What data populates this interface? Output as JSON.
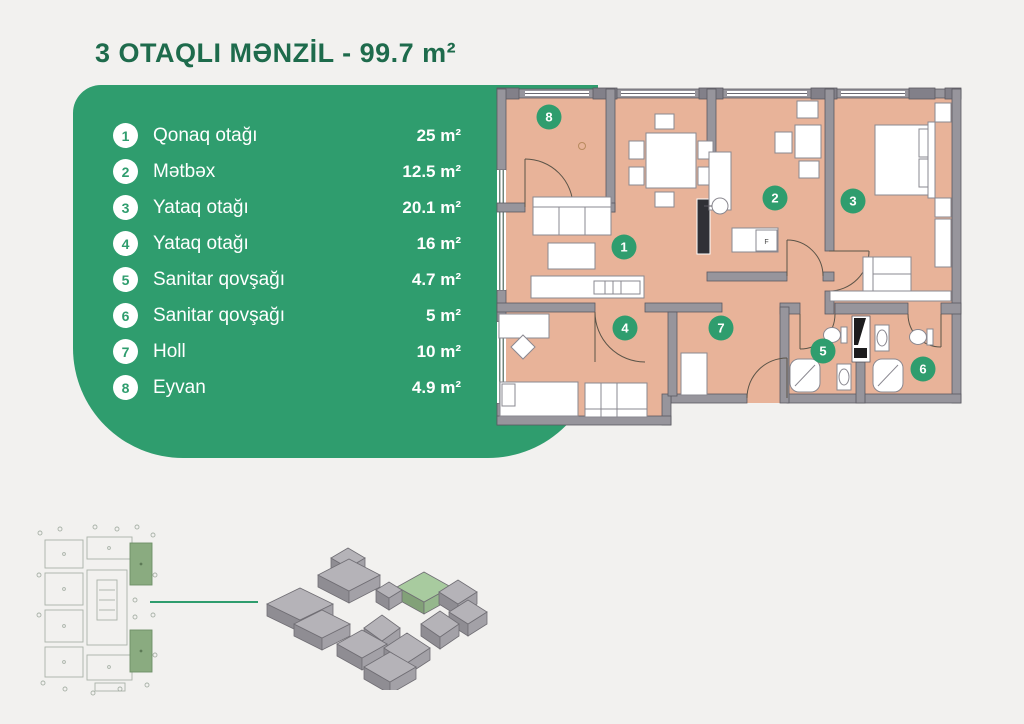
{
  "title": "3 OTAQLI MƏNZİL - 99.7 m²",
  "legend": {
    "rooms": [
      {
        "num": "1",
        "label": "Qonaq otağı",
        "area": "25 m²"
      },
      {
        "num": "2",
        "label": "Mətbəx",
        "area": "12.5 m²"
      },
      {
        "num": "3",
        "label": "Yataq otağı",
        "area": "20.1 m²"
      },
      {
        "num": "4",
        "label": "Yataq otağı",
        "area": "16 m²"
      },
      {
        "num": "5",
        "label": "Sanitar qovşağı",
        "area": "4.7 m²"
      },
      {
        "num": "6",
        "label": "Sanitar qovşağı",
        "area": "5 m²"
      },
      {
        "num": "7",
        "label": "Holl",
        "area": "10 m²"
      },
      {
        "num": "8",
        "label": "Eyvan",
        "area": "4.9 m²"
      }
    ]
  },
  "plan": {
    "fridge_label": "F"
  },
  "colors": {
    "accent": "#2f9d6e",
    "title": "#1e6b4c",
    "floor": "#e8b399",
    "wall": "#97959c",
    "highlight_block": "#a8cb9f"
  }
}
